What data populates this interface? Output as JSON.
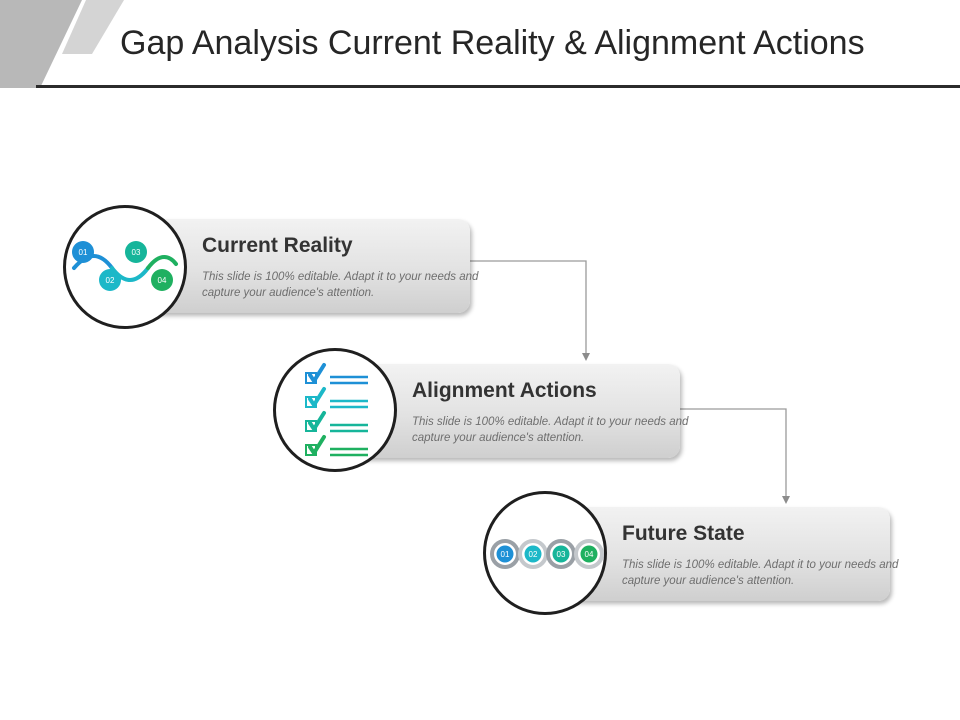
{
  "title": "Gap Analysis Current Reality & Alignment Actions",
  "colors": {
    "blue": "#1e90d6",
    "cyan": "#1cb8c8",
    "teal": "#16b59a",
    "green": "#1fb060",
    "header_gray": "#bfbfbf"
  },
  "steps": [
    {
      "title": "Current Reality",
      "description": "This slide is 100% editable. Adapt it to your needs and capture your audience's attention.",
      "icon": "wave-steps-icon",
      "badges": [
        "01",
        "02",
        "03",
        "04"
      ]
    },
    {
      "title": "Alignment Actions",
      "description": "This slide is 100% editable. Adapt it to your needs and capture your audience's attention.",
      "icon": "checklist-icon"
    },
    {
      "title": "Future State",
      "description": "This slide is 100% editable. Adapt it to your needs and capture your audience's attention.",
      "icon": "linked-rings-icon",
      "badges": [
        "01",
        "02",
        "03",
        "04"
      ]
    }
  ]
}
